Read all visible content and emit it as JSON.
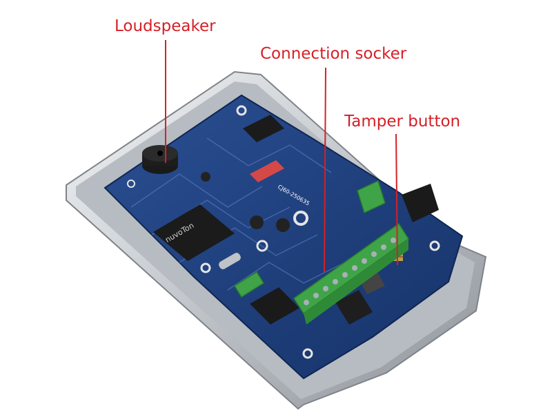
{
  "labels": {
    "loudspeaker": "Loudspeaker",
    "connection_socket": "Connection socker",
    "tamper_button": "Tamper button"
  },
  "chip_marking": "nuvoTon",
  "board_marking": "CJ60-250635",
  "colors": {
    "label_red": "#d61f26",
    "pcb_blue": "#1e3f7e",
    "terminal_green": "#3fa447",
    "housing_silver": "#c9cdd2"
  }
}
